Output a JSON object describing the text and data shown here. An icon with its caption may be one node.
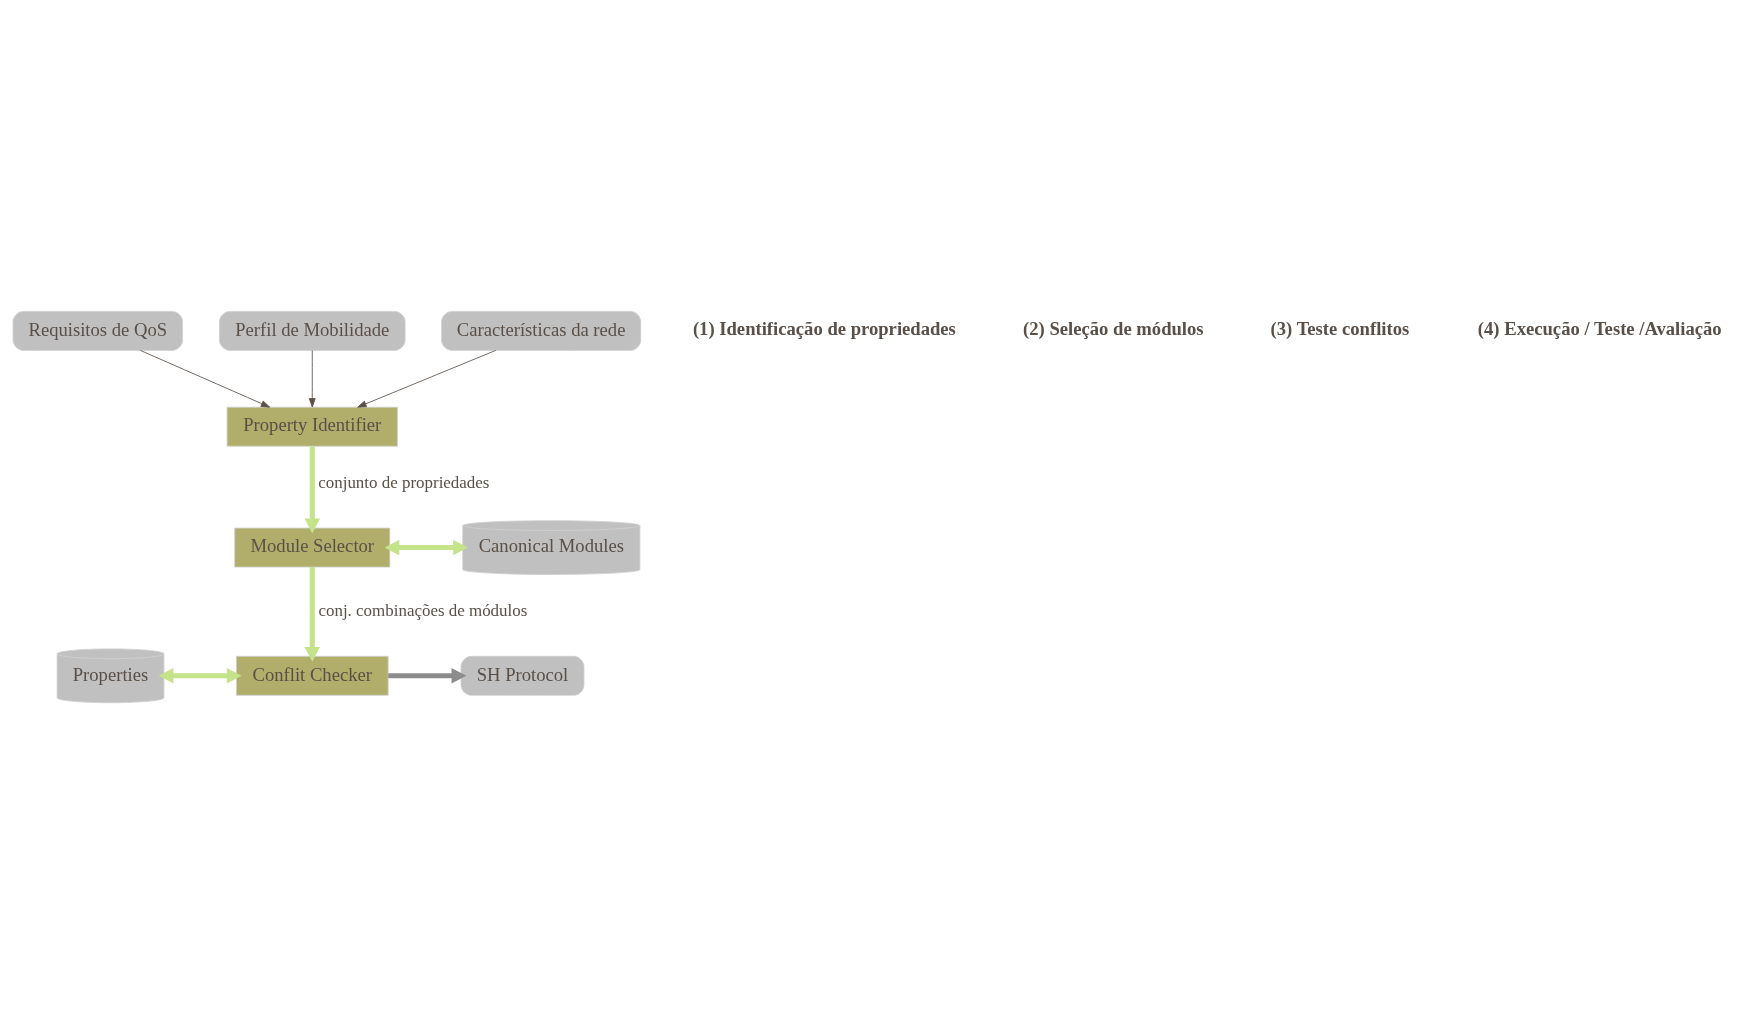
{
  "diagram": {
    "nodes": [
      {
        "text": [
          "Requisitos de QoS"
        ]
      },
      {
        "text": [
          "Perfil de Mobilidade"
        ]
      },
      {
        "text": [
          "Características da rede"
        ]
      },
      {
        "text": [
          "Property Identifier"
        ]
      },
      {
        "text": [
          "Module Selector"
        ]
      },
      {
        "text": [
          "Canonical Modules"
        ]
      },
      {
        "text": [
          "Properties"
        ]
      },
      {
        "text": [
          "Conflit Checker"
        ]
      },
      {
        "text": [
          "SH Protocol"
        ]
      }
    ],
    "edges": [
      {
        "from": 0,
        "to": 3,
        "arrow": "to",
        "color": "#5a5048"
      },
      {
        "from": 1,
        "to": 3,
        "arrow": "to",
        "color": "#5a5048"
      },
      {
        "from": 2,
        "to": 3,
        "arrow": "to",
        "color": "#5a5048"
      },
      {
        "from": 3,
        "to": 4,
        "arrow": "to",
        "label": "conjunto de propriedades"
      },
      {
        "from": 4,
        "to": 5,
        "arrow": "both"
      },
      {
        "from": 4,
        "to": 7,
        "arrow": "to",
        "label": "conj. combinações de módulos"
      },
      {
        "from": 6,
        "to": 7,
        "arrow": "both"
      },
      {
        "from": 7,
        "to": 8,
        "arrow": "to",
        "color": "#8c8c8c"
      }
    ],
    "labels": [
      "(1) Identificação de propriedades",
      "(2) Seleção de módulos",
      "(3) Teste conflitos",
      "(4) Execução / Teste /Avaliação"
    ]
  }
}
